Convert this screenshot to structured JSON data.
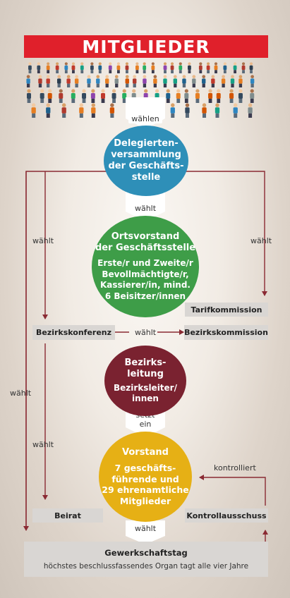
{
  "header": {
    "title": "MITGLIEDER"
  },
  "nodes": {
    "delegierten": {
      "label": "Delegierten-versammlung der Geschäfts-stelle",
      "lines": [
        "Delegierten-",
        "versammlung",
        "der Geschäfts-",
        "stelle"
      ],
      "color": "#2e8fb8"
    },
    "ortsvorstand": {
      "title_lines": [
        "Ortsvorstand",
        "der Geschäftsstelle"
      ],
      "detail_lines": [
        "Erste/r und Zweite/r",
        "Bevollmächtigte/r,",
        "Kassierer/in, mind.",
        "6 Beisitzer/innen"
      ],
      "color": "#3e9d48"
    },
    "bezirksleitung": {
      "title_lines": [
        "Bezirks-",
        "leitung"
      ],
      "detail_lines": [
        "Bezirksleiter/",
        "innen"
      ],
      "color": "#7a2230"
    },
    "vorstand": {
      "title_lines": [
        "Vorstand"
      ],
      "detail_lines": [
        "7 geschäfts-",
        "führende und",
        "29 ehrenamtliche",
        "Mitglieder"
      ],
      "color": "#e6b015"
    }
  },
  "boxes": {
    "tarifkommission": "Tarifkommission",
    "bezirkskonferenz": "Bezirkskonferenz",
    "bezirkskommission": "Bezirkskommission",
    "beirat": "Beirat",
    "kontrollausschuss": "Kontrollausschuss",
    "gewerkschaftstag": {
      "title": "Gewerkschaftstag",
      "subtitle": "höchstes beschlussfassendes Organ tagt alle vier Jahre"
    }
  },
  "edge_labels": {
    "waehlen": "wählen",
    "waehlt": "wählt",
    "setzt_ein_lines": [
      "setzt",
      "ein"
    ],
    "kontrolliert": "kontrolliert"
  },
  "colors": {
    "banner": "#e0202b",
    "arrow": "#8a2a33",
    "box": "#d9d6d3"
  }
}
